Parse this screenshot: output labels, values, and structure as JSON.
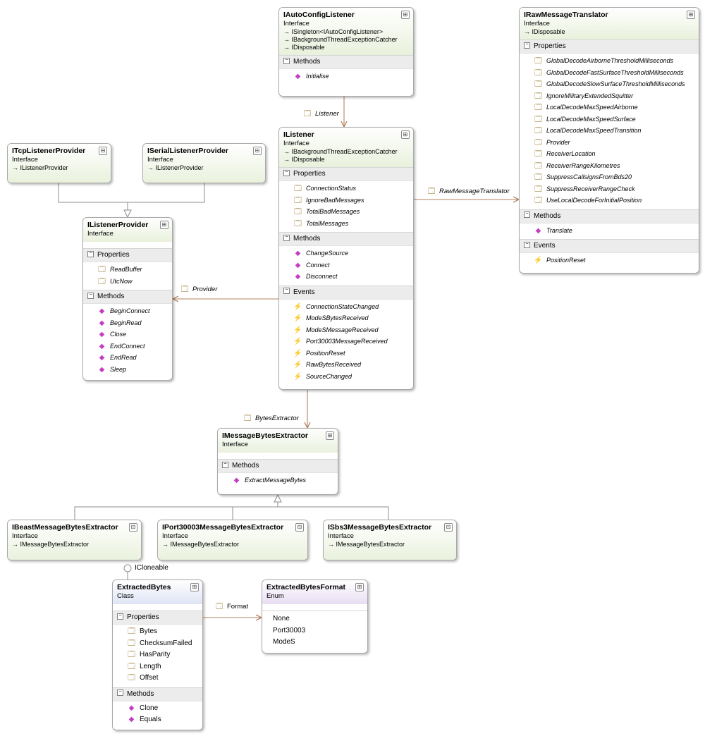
{
  "icons": {
    "inherit": "→",
    "collapse": "⊞",
    "expand": "⊟",
    "section": "−",
    "property": "🗔",
    "method": "◆",
    "event": "⚡"
  },
  "boxes": {
    "auto": {
      "title": "IAutoConfigListener",
      "kind": "Interface",
      "inherits": [
        "ISingleton<IAutoConfigListener>",
        "IBackgroundThreadExceptionCatcher",
        "IDisposable"
      ],
      "methods_label": "Methods",
      "methods": [
        "Initialise"
      ]
    },
    "raw": {
      "title": "IRawMessageTranslator",
      "kind": "Interface",
      "inherits": [
        "IDisposable"
      ],
      "properties_label": "Properties",
      "properties": [
        "GlobalDecodeAirborneThresholdMilliseconds",
        "GlobalDecodeFastSurfaceThresholdMilliseconds",
        "GlobalDecodeSlowSurfaceThresholdMilliseconds",
        "IgnoreMilitaryExtendedSquitter",
        "LocalDecodeMaxSpeedAirborne",
        "LocalDecodeMaxSpeedSurface",
        "LocalDecodeMaxSpeedTransition",
        "Provider",
        "ReceiverLocation",
        "ReceiverRangeKilometres",
        "SuppressCallsignsFromBds20",
        "SuppressReceiverRangeCheck",
        "UseLocalDecodeForInitialPosition"
      ],
      "methods_label": "Methods",
      "methods": [
        "Translate"
      ],
      "events_label": "Events",
      "events": [
        "PositionReset"
      ]
    },
    "tcp": {
      "title": "ITcpListenerProvider",
      "kind": "Interface",
      "inherits": [
        "IListenerProvider"
      ]
    },
    "serial": {
      "title": "ISerialListenerProvider",
      "kind": "Interface",
      "inherits": [
        "IListenerProvider"
      ]
    },
    "listener": {
      "title": "IListener",
      "kind": "Interface",
      "inherits": [
        "IBackgroundThreadExceptionCatcher",
        "IDisposable"
      ],
      "properties_label": "Properties",
      "properties": [
        "ConnectionStatus",
        "IgnoreBadMessages",
        "TotalBadMessages",
        "TotalMessages"
      ],
      "methods_label": "Methods",
      "methods": [
        "ChangeSource",
        "Connect",
        "Disconnect"
      ],
      "events_label": "Events",
      "events": [
        "ConnectionStateChanged",
        "ModeSBytesReceived",
        "ModeSMessageReceived",
        "Port30003MessageReceived",
        "PositionReset",
        "RawBytesReceived",
        "SourceChanged"
      ]
    },
    "provider": {
      "title": "IListenerProvider",
      "kind": "Interface",
      "properties_label": "Properties",
      "properties": [
        "ReadBuffer",
        "UtcNow"
      ],
      "methods_label": "Methods",
      "methods": [
        "BeginConnect",
        "BeginRead",
        "Close",
        "EndConnect",
        "EndRead",
        "Sleep"
      ]
    },
    "extractor": {
      "title": "IMessageBytesExtractor",
      "kind": "Interface",
      "methods_label": "Methods",
      "methods": [
        "ExtractMessageBytes"
      ]
    },
    "beast": {
      "title": "IBeastMessageBytesExtractor",
      "kind": "Interface",
      "inherits": [
        "IMessageBytesExtractor"
      ]
    },
    "port": {
      "title": "IPort30003MessageBytesExtractor",
      "kind": "Interface",
      "inherits": [
        "IMessageBytesExtractor"
      ]
    },
    "sbs": {
      "title": "ISbs3MessageBytesExtractor",
      "kind": "Interface",
      "inherits": [
        "IMessageBytesExtractor"
      ]
    },
    "bytes": {
      "title": "ExtractedBytes",
      "kind": "Class",
      "properties_label": "Properties",
      "properties": [
        "Bytes",
        "ChecksumFailed",
        "HasParity",
        "Length",
        "Offset"
      ],
      "methods_label": "Methods",
      "methods": [
        "Clone",
        "Equals"
      ]
    },
    "format": {
      "title": "ExtractedBytesFormat",
      "kind": "Enum",
      "values": [
        "None",
        "Port30003",
        "ModeS"
      ]
    }
  },
  "associations": {
    "listener": "Listener",
    "raw_message_translator": "RawMessageTranslator",
    "provider": "Provider",
    "bytes_extractor": "BytesExtractor",
    "format": "Format",
    "icloneable": "ICloneable"
  }
}
